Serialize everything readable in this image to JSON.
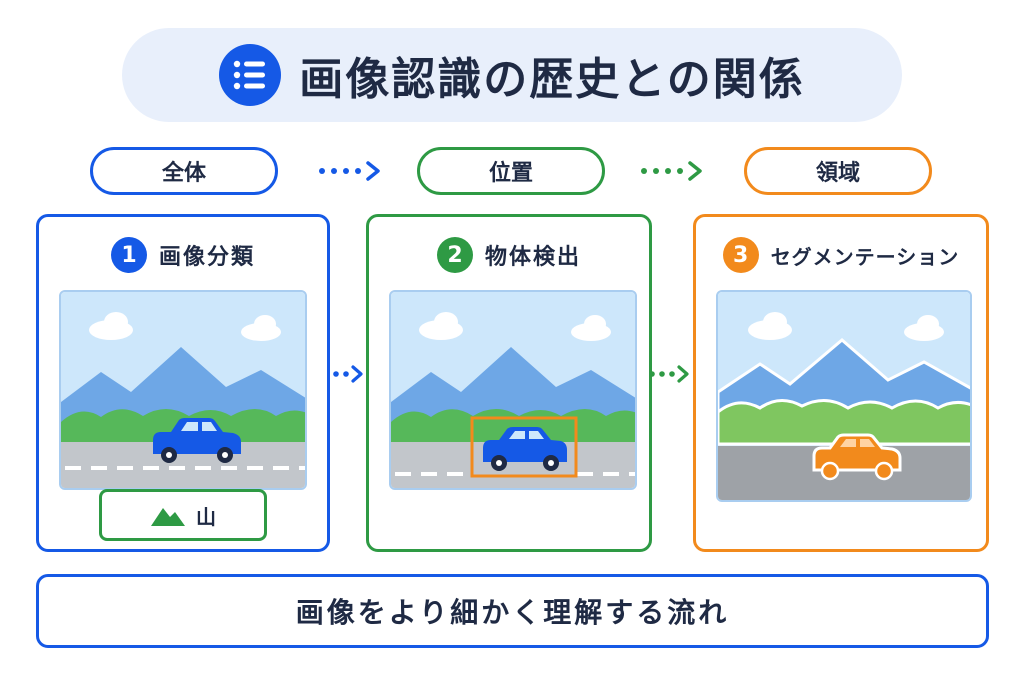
{
  "title": "画像認識の歴史との関係",
  "title_icon": "list-icon",
  "stages": [
    {
      "label": "全体",
      "color": "#1559e6"
    },
    {
      "label": "位置",
      "color": "#2e9a44"
    },
    {
      "label": "領域",
      "color": "#f28a1c"
    }
  ],
  "panels": [
    {
      "number": "1",
      "label": "画像分類",
      "color": "#1559e6"
    },
    {
      "number": "2",
      "label": "物体検出",
      "color": "#2e9a44"
    },
    {
      "number": "3",
      "label": "セグメンテーション",
      "color": "#f28a1c"
    }
  ],
  "classification_label": {
    "icon": "mountain-icon",
    "text": "山"
  },
  "bottom_text": "画像をより細かく理解する流れ",
  "colors": {
    "blue": "#1559e6",
    "green": "#2e9a44",
    "orange": "#f28a1c",
    "text": "#1f2a44"
  }
}
